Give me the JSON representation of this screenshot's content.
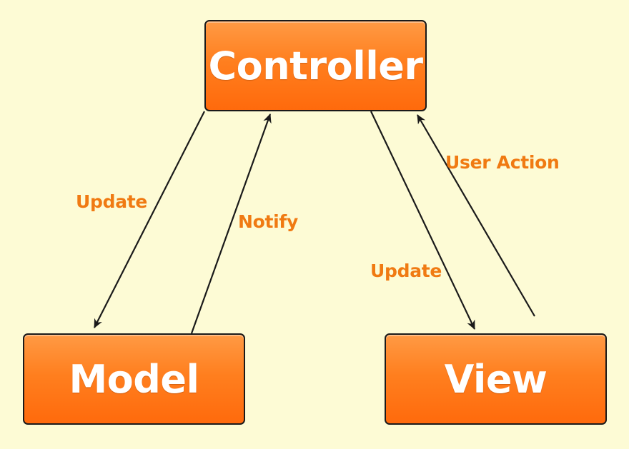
{
  "nodes": {
    "controller": "Controller",
    "model": "Model",
    "view": "View"
  },
  "edges": {
    "controller_to_model": "Update",
    "model_to_controller": "Notify",
    "controller_to_view": "Update",
    "view_to_controller": "User Action"
  },
  "colors": {
    "background": "#fdfbd5",
    "box_fill": "#ff7f1f",
    "label_text": "#f07a12",
    "arrow": "#1a1a1a"
  }
}
